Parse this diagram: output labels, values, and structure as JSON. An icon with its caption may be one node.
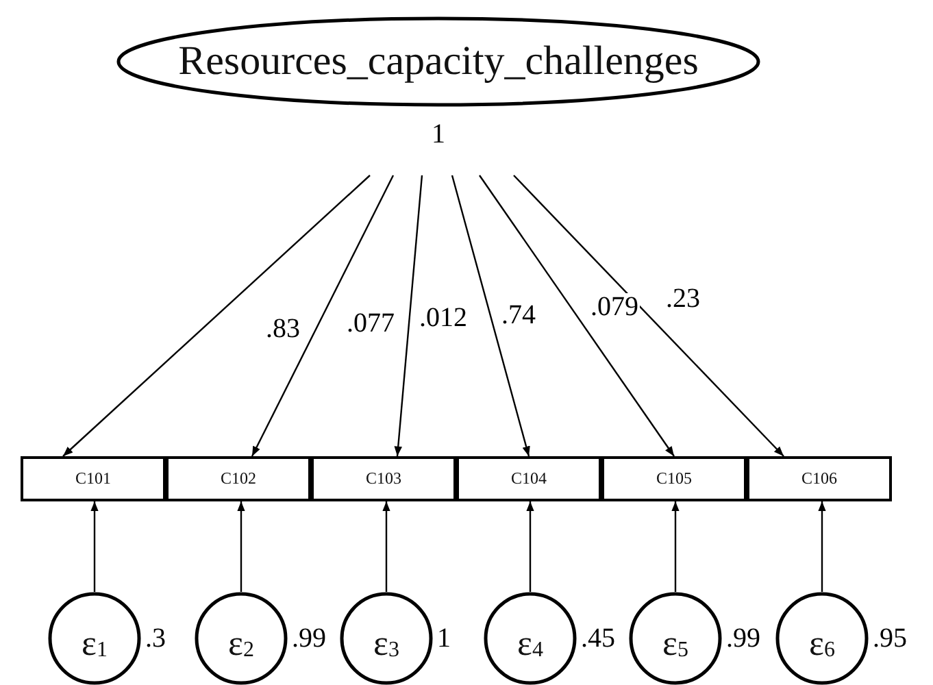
{
  "diagram": {
    "nodes": [
      {
        "text": [
          "Resources_capacity_challenges"
        ],
        "beside": [
          "1"
        ]
      },
      {
        "text": [
          "C101"
        ]
      },
      {
        "text": [
          "C102"
        ]
      },
      {
        "text": [
          "C103"
        ]
      },
      {
        "text": [
          "C104"
        ]
      },
      {
        "text": [
          "C105"
        ]
      },
      {
        "text": [
          "C106"
        ]
      },
      {
        "text": [
          "ε$_{1}$"
        ],
        "beside": [
          ".3"
        ]
      },
      {
        "text": [
          "ε$_{2}$"
        ],
        "beside": [
          ".99"
        ]
      },
      {
        "text": [
          "ε$_{3}$"
        ],
        "beside": [
          "1"
        ]
      },
      {
        "text": [
          "ε$_{4}$"
        ],
        "beside": [
          ".45"
        ]
      },
      {
        "text": [
          "ε$_{5}$"
        ],
        "beside": [
          ".99"
        ]
      },
      {
        "text": [
          "ε$_{6}$"
        ],
        "beside": [
          ".95"
        ]
      }
    ],
    "edges": [
      {
        "from": 0,
        "to": 1,
        "arrow": "to",
        "label": ".83"
      },
      {
        "from": 0,
        "to": 2,
        "arrow": "to",
        "label": ".077"
      },
      {
        "from": 0,
        "to": 3,
        "arrow": "to",
        "label": ".012"
      },
      {
        "from": 0,
        "to": 4,
        "arrow": "to",
        "label": ".74"
      },
      {
        "from": 0,
        "to": 5,
        "arrow": "to",
        "label": ".079"
      },
      {
        "from": 0,
        "to": 6,
        "arrow": "to",
        "label": ".23"
      },
      {
        "from": 7,
        "to": 1,
        "arrow": "to"
      },
      {
        "from": 8,
        "to": 2,
        "arrow": "to"
      },
      {
        "from": 9,
        "to": 3,
        "arrow": "to"
      },
      {
        "from": 10,
        "to": 4,
        "arrow": "to"
      },
      {
        "from": 11,
        "to": 5,
        "arrow": "to"
      },
      {
        "from": 12,
        "to": 6,
        "arrow": "to"
      }
    ]
  }
}
